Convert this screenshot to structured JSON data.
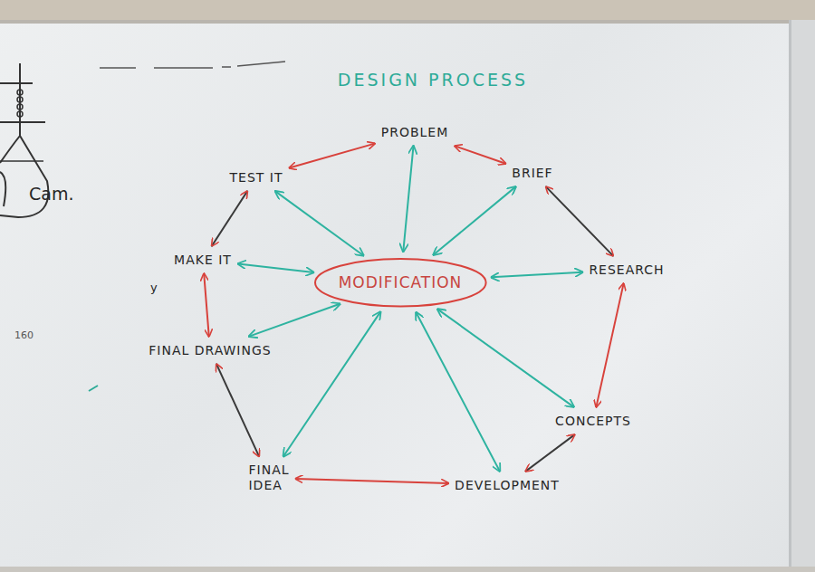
{
  "diagram": {
    "title": "DESIGN PROCESS",
    "nodes": [
      {
        "text": [
          "PROBLEM"
        ]
      },
      {
        "text": [
          "BRIEF"
        ]
      },
      {
        "text": [
          "RESEARCH"
        ]
      },
      {
        "text": [
          "CONCEPTS"
        ]
      },
      {
        "text": [
          "DEVELOPMENT"
        ]
      },
      {
        "text": [
          "FINAL IDEA"
        ]
      },
      {
        "text": [
          "FINAL DRAWINGS"
        ]
      },
      {
        "text": [
          "MAKE IT"
        ]
      },
      {
        "text": [
          "TEST IT"
        ]
      },
      {
        "text": [
          "MODIFICATION"
        ]
      }
    ],
    "edges": [
      {
        "from": 0,
        "to": 1,
        "arrow": "both"
      },
      {
        "from": 1,
        "to": 2,
        "arrow": "both"
      },
      {
        "from": 2,
        "to": 3,
        "arrow": "both"
      },
      {
        "from": 3,
        "to": 4,
        "arrow": "both"
      },
      {
        "from": 4,
        "to": 5,
        "arrow": "both"
      },
      {
        "from": 5,
        "to": 6,
        "arrow": "both"
      },
      {
        "from": 6,
        "to": 7,
        "arrow": "both"
      },
      {
        "from": 7,
        "to": 8,
        "arrow": "both"
      },
      {
        "from": 8,
        "to": 0,
        "arrow": "both"
      },
      {
        "from": 9,
        "to": 0,
        "arrow": "both"
      },
      {
        "from": 9,
        "to": 1,
        "arrow": "both"
      },
      {
        "from": 9,
        "to": 2,
        "arrow": "both"
      },
      {
        "from": 9,
        "to": 3,
        "arrow": "both"
      },
      {
        "from": 9,
        "to": 4,
        "arrow": "both"
      },
      {
        "from": 9,
        "to": 5,
        "arrow": "both"
      },
      {
        "from": 9,
        "to": 6,
        "arrow": "both"
      },
      {
        "from": 9,
        "to": 7,
        "arrow": "both"
      },
      {
        "from": 9,
        "to": 8,
        "arrow": "both"
      }
    ],
    "labels": [
      "Cam.",
      "y",
      "160"
    ]
  }
}
